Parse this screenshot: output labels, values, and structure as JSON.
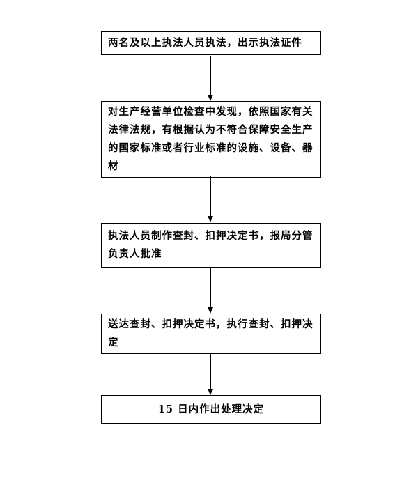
{
  "flowchart": {
    "title": "",
    "colors": {
      "border": "#000000",
      "background": "#ffffff",
      "text": "#000000"
    },
    "steps": [
      {
        "id": 1,
        "align": "left",
        "text": "两名及以上执法人员执法，出示执法证件"
      },
      {
        "id": 2,
        "align": "left",
        "text": "对生产经营单位检查中发现，依照国家有关法律法规，有根据认为不符合保障安全生产的国家标准或者行业标准的设施、设备、器材"
      },
      {
        "id": 3,
        "align": "left",
        "text": "执法人员制作查封、扣押决定书，报局分管负责人批准"
      },
      {
        "id": 4,
        "align": "left",
        "text": "送达查封、扣押决定书，执行查封、扣押决定"
      },
      {
        "id": 5,
        "align": "center",
        "text": "15 日内作出处理决定"
      }
    ],
    "connectors": [
      {
        "from": 1,
        "to": 2,
        "type": "down-arrow"
      },
      {
        "from": 2,
        "to": 3,
        "type": "down-arrow"
      },
      {
        "from": 3,
        "to": 4,
        "type": "down-arrow"
      },
      {
        "from": 4,
        "to": 5,
        "type": "down-arrow"
      }
    ]
  }
}
